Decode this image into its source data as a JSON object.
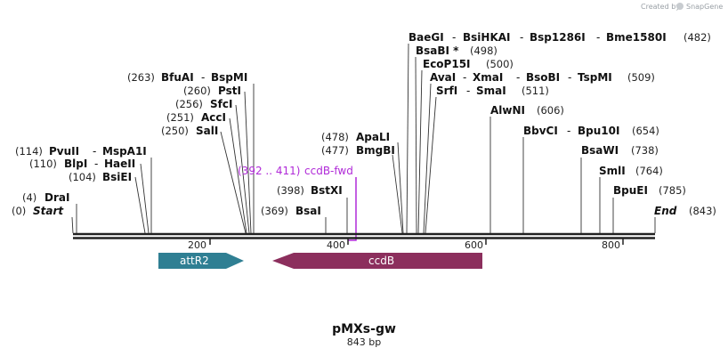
{
  "credit": {
    "text": "Created by",
    "brand": "SnapGene"
  },
  "map": {
    "title": "pMXs-gw",
    "length_label": "843 bp",
    "start_label": "Start",
    "start_pos": "(0)",
    "end_label": "End",
    "end_pos": "(843)",
    "ruler_ticks": [
      "200",
      "400",
      "600",
      "800"
    ]
  },
  "features": [
    {
      "name": "attR2",
      "color": "#2f7f93"
    },
    {
      "name": "ccdB",
      "color": "#8c2f5d"
    }
  ],
  "primer": {
    "range": "(392 .. 411)",
    "name": "ccdB-fwd",
    "color": "#b02ad8"
  },
  "sites": {
    "drai": {
      "pos": "(4)",
      "names": [
        "DraI"
      ]
    },
    "blpi": {
      "pos": "(110)",
      "names": [
        "BlpI",
        "HaeII"
      ]
    },
    "bsiei": {
      "pos": "(104)",
      "names": [
        "BsiEI"
      ]
    },
    "pvuii": {
      "pos": "(114)",
      "names": [
        "PvuII",
        "MspA1I"
      ]
    },
    "sali": {
      "pos": "(250)",
      "names": [
        "SalI"
      ]
    },
    "acci": {
      "pos": "(251)",
      "names": [
        "AccI"
      ]
    },
    "sfci": {
      "pos": "(256)",
      "names": [
        "SfcI"
      ]
    },
    "psti": {
      "pos": "(260)",
      "names": [
        "PstI"
      ]
    },
    "bfuai": {
      "pos": "(263)",
      "names": [
        "BfuAI",
        "BspMI"
      ]
    },
    "bsai": {
      "pos": "(369)",
      "names": [
        "BsaI"
      ]
    },
    "bstxi": {
      "pos": "(398)",
      "names": [
        "BstXI"
      ]
    },
    "bmgbi": {
      "pos": "(477)",
      "names": [
        "BmgBI"
      ]
    },
    "apali": {
      "pos": "(478)",
      "names": [
        "ApaLI"
      ]
    },
    "baegi": {
      "pos": "(482)",
      "names": [
        "BaeGI",
        "BsiHKAI",
        "Bsp1286I",
        "Bme1580I"
      ]
    },
    "bsabi": {
      "pos": "(498)",
      "names": [
        "BsaBI *"
      ]
    },
    "ecop15i": {
      "pos": "(500)",
      "names": [
        "EcoP15I"
      ]
    },
    "avai": {
      "pos": "(509)",
      "names": [
        "AvaI",
        "XmaI",
        "BsoBI",
        "TspMI"
      ]
    },
    "srfi": {
      "pos": "(511)",
      "names": [
        "SrfI",
        "SmaI"
      ]
    },
    "alwni": {
      "pos": "(606)",
      "names": [
        "AlwNI"
      ]
    },
    "bbvci": {
      "pos": "(654)",
      "names": [
        "BbvCI",
        "Bpu10I"
      ]
    },
    "bsawi": {
      "pos": "(738)",
      "names": [
        "BsaWI"
      ]
    },
    "smli": {
      "pos": "(764)",
      "names": [
        "SmlI"
      ]
    },
    "bpuei": {
      "pos": "(785)",
      "names": [
        "BpuEI"
      ]
    }
  },
  "separator": "-"
}
